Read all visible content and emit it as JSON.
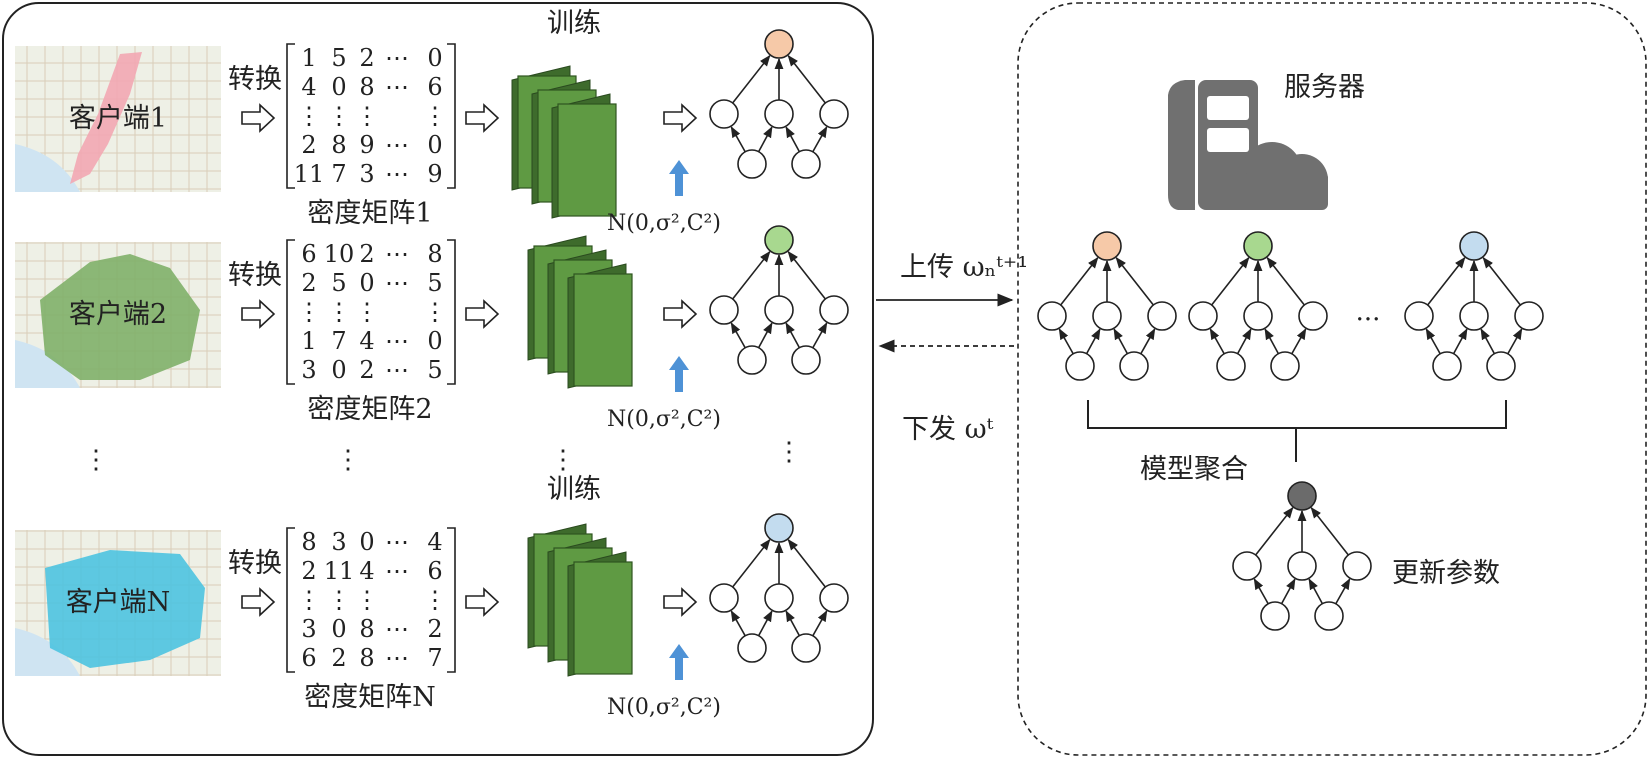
{
  "colors": {
    "client1_map": "#f2a7b3",
    "client2_map": "#7fb069",
    "clientN_map": "#4cc3e0",
    "layer_fill": "#5f9a43",
    "node_orange": "#f6c9a8",
    "node_green": "#a8d88f",
    "node_blue": "#c3dcef",
    "node_gray": "#6b6b6b",
    "noise_arrow": "#4e92d6",
    "server_icon": "#707070"
  },
  "icons": {
    "server": "server-cloud-icon",
    "arrow": "hollow-right-arrow-icon",
    "noise": "blue-up-arrow-icon"
  },
  "clients": [
    {
      "label": "客户端1",
      "convert": "转换",
      "matrix_label": "密度矩阵1",
      "matrix": [
        [
          "1",
          "5",
          "2",
          "⋯",
          "0"
        ],
        [
          "4",
          "0",
          "8",
          "⋯",
          "6"
        ],
        [
          "⋮",
          "⋮",
          "⋮",
          "",
          "⋮"
        ],
        [
          "2",
          "8",
          "9",
          "⋯",
          "0"
        ],
        [
          "11",
          "7",
          "3",
          "⋯",
          "9"
        ]
      ],
      "train": "训练",
      "noise": "N(0,σ²,C²)",
      "node_color": "orange"
    },
    {
      "label": "客户端2",
      "convert": "转换",
      "matrix_label": "密度矩阵2",
      "matrix": [
        [
          "6",
          "10",
          "2",
          "⋯",
          "8"
        ],
        [
          "2",
          "5",
          "0",
          "⋯",
          "5"
        ],
        [
          "⋮",
          "⋮",
          "⋮",
          "",
          "⋮"
        ],
        [
          "1",
          "7",
          "4",
          "⋯",
          "0"
        ],
        [
          "3",
          "0",
          "2",
          "⋯",
          "5"
        ]
      ],
      "train": "",
      "noise": "N(0,σ²,C²)",
      "node_color": "green"
    },
    {
      "label": "客户端N",
      "convert": "转换",
      "matrix_label": "密度矩阵N",
      "matrix": [
        [
          "8",
          "3",
          "0",
          "⋯",
          "4"
        ],
        [
          "2",
          "11",
          "4",
          "⋯",
          "6"
        ],
        [
          "⋮",
          "⋮",
          "⋮",
          "",
          "⋮"
        ],
        [
          "3",
          "0",
          "8",
          "⋯",
          "2"
        ],
        [
          "6",
          "2",
          "8",
          "⋯",
          "7"
        ]
      ],
      "train": "训练",
      "noise": "N(0,σ²,C²)",
      "node_color": "blue"
    }
  ],
  "vdots": "⋮",
  "upload": "上传 ωₙᵗ⁺¹",
  "download": "下发 ωᵗ",
  "server": {
    "title": "服务器",
    "ellipsis": "···",
    "aggregate": "模型聚合",
    "update": "更新参数"
  }
}
